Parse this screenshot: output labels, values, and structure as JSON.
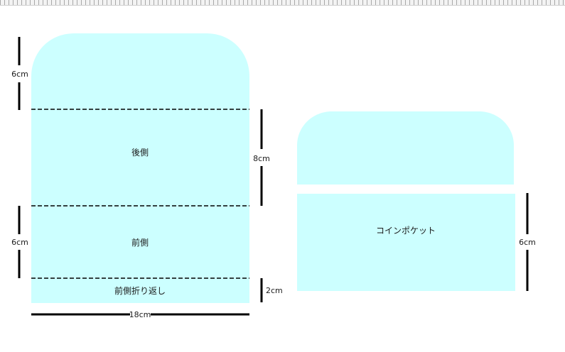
{
  "main_piece": {
    "label_back": "後側",
    "label_front": "前側",
    "label_fold": "前側折り返し",
    "dims": {
      "flap_height": "6cm",
      "back_height": "8cm",
      "front_height": "6cm",
      "fold_height": "2cm",
      "width": "18cm"
    }
  },
  "coin_pocket": {
    "label": "コインポケット",
    "dims": {
      "pocket_height": "6cm"
    }
  },
  "colors": {
    "fabric": "#ccffff",
    "line": "#000000"
  }
}
